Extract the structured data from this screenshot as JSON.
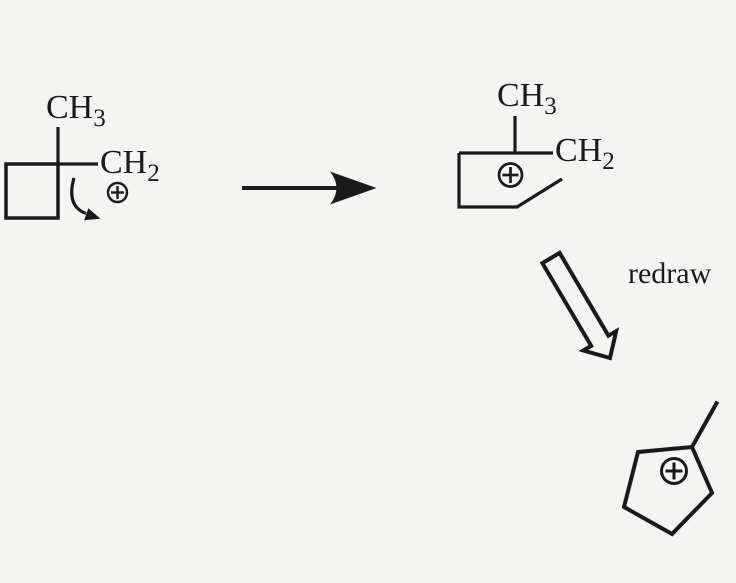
{
  "diagram": {
    "type": "chemistry-reaction-mechanism",
    "description": "Ring expansion of a cyclobutylmethyl carbocation to the methylcyclopentyl cation",
    "colors": {
      "ink": "#1a1a1a",
      "background": "#f4f4f2"
    },
    "reactant": {
      "methyl": {
        "main": "CH",
        "sub": "3"
      },
      "methylene": {
        "main": "CH",
        "sub": "2"
      },
      "charge": "+"
    },
    "intermediate": {
      "methyl": {
        "main": "CH",
        "sub": "3"
      },
      "methylene": {
        "main": "CH",
        "sub": "2"
      },
      "charge": "+"
    },
    "product": {
      "charge": "+"
    },
    "redraw_label": "redraw"
  }
}
